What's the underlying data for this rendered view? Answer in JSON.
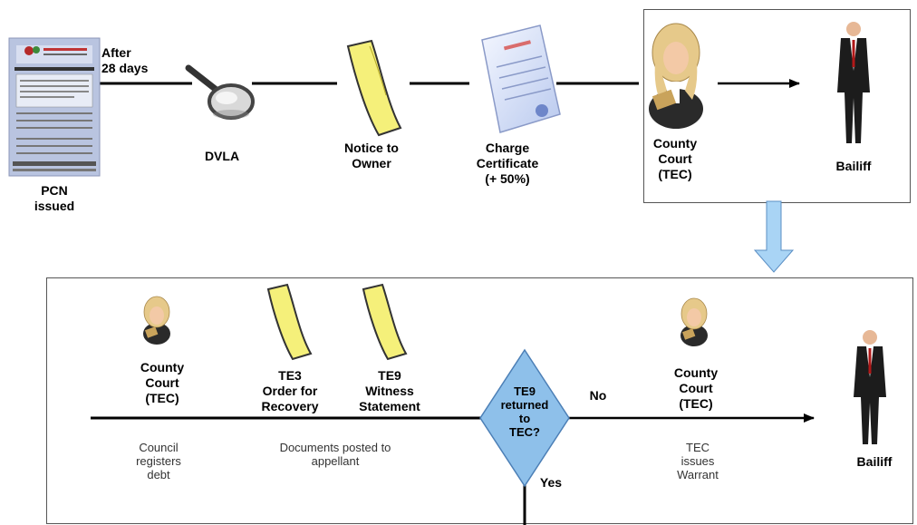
{
  "top_flow": {
    "pcn_label": "PCN\nissued",
    "after_label": "After\n28 days",
    "dvla_label": "DVLA",
    "notice_label": "Notice to\nOwner",
    "charge_label": "Charge\nCertificate\n(+ 50%)",
    "court_label": "County\nCourt\n(TEC)",
    "bailiff_label": "Bailiff"
  },
  "bottom_flow": {
    "court1_label": "County\nCourt\n(TEC)",
    "te3_label": "TE3\nOrder for\nRecovery",
    "te9_label": "TE9\nWitness\nStatement",
    "decision_label": "TE9\nreturned\nto\nTEC?",
    "no_label": "No",
    "yes_label": "Yes",
    "court2_label": "County\nCourt\n(TEC)",
    "bailiff_label": "Bailiff",
    "desc_council": "Council\nregisters\ndebt",
    "desc_docs": "Documents posted to\nappellant",
    "desc_warrant": "TEC\nissues\nWarrant"
  },
  "colors": {
    "line": "#000000",
    "arrow_fill": "#a9d4f5",
    "diamond_fill": "#8ec0ea",
    "paper_yellow": "#f5f07a",
    "wig": "#e6c98a",
    "robe": "#2a2a2a",
    "suit": "#1c1c1c",
    "tie": "#b01818"
  }
}
